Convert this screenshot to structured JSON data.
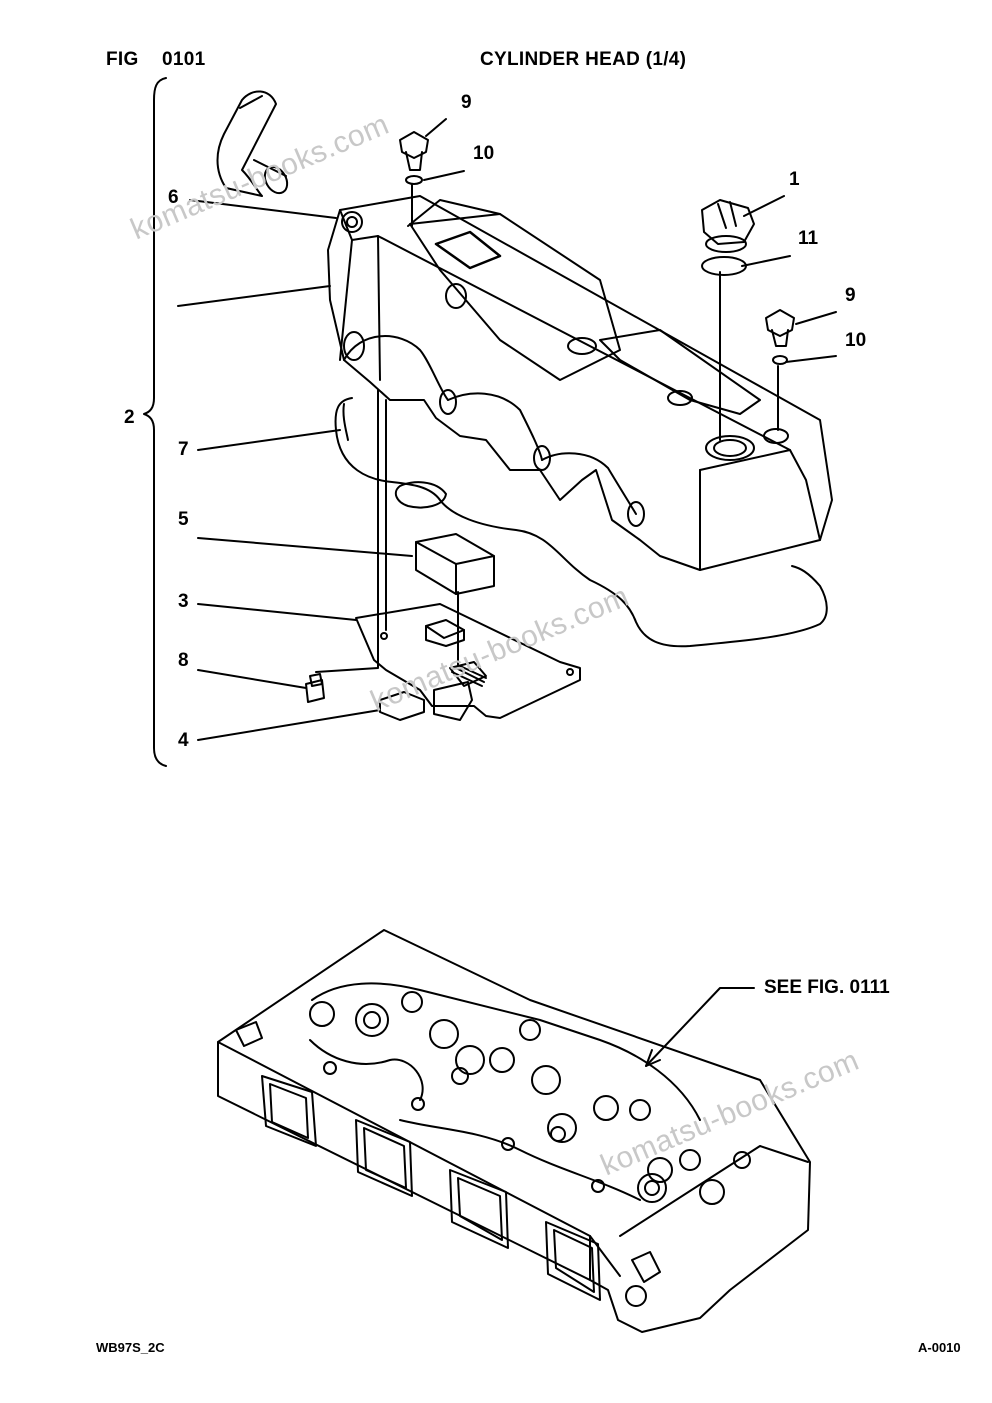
{
  "header": {
    "fig_label": "FIG",
    "fig_number": "0101",
    "title": "CYLINDER HEAD (1/4)"
  },
  "callouts": {
    "c1": "1",
    "c2": "2",
    "c3": "3",
    "c4": "4",
    "c5": "5",
    "c6": "6",
    "c7": "7",
    "c8": "8",
    "c9a": "9",
    "c9b": "9",
    "c10a": "10",
    "c10b": "10",
    "c11": "11"
  },
  "reference": {
    "see_fig": "SEE FIG. 0111"
  },
  "footer": {
    "model": "WB97S_2C",
    "code": "A-0010"
  },
  "watermark": {
    "w1": "komatsu-books.com",
    "w2": "komatsu-books.com",
    "w3": "komatsu-books.com"
  },
  "colors": {
    "ink": "#000000",
    "watermark": "#c8c8c8",
    "background": "#ffffff"
  }
}
